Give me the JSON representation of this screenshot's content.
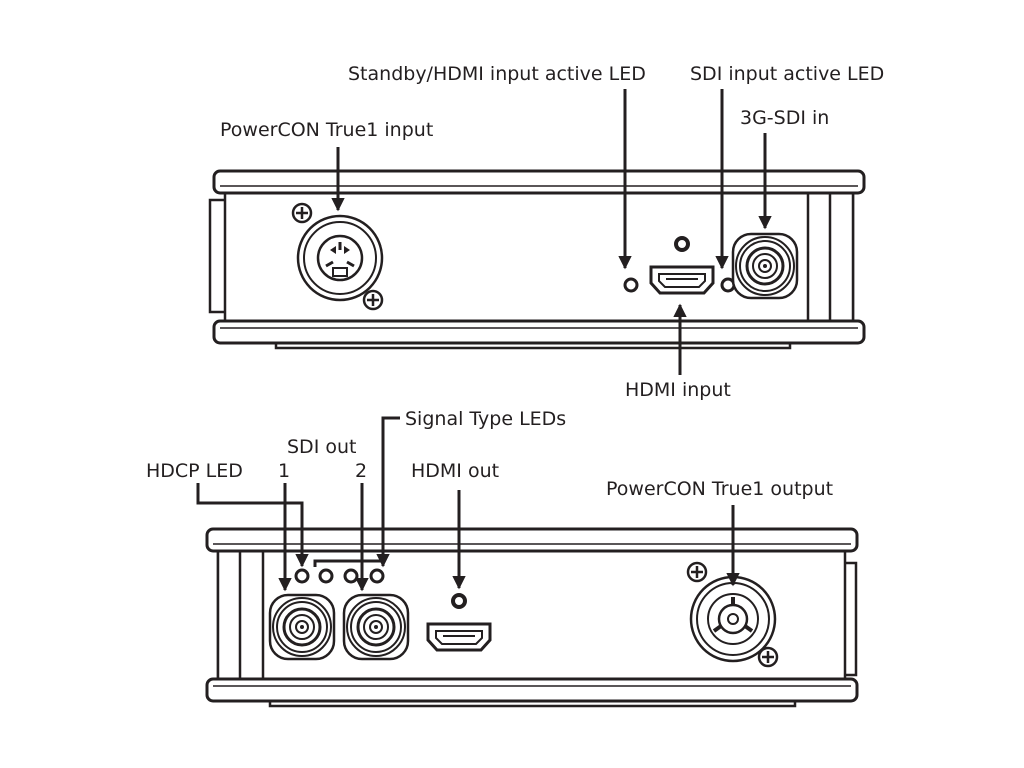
{
  "labels": {
    "standby_hdmi_led": "Standby/HDMI input active LED",
    "sdi_input_led": "SDI input active LED",
    "powercon_input": "PowerCON True1 input",
    "sdi_in": "3G-SDI in",
    "hdmi_input": "HDMI input",
    "signal_type_leds": "Signal Type LEDs",
    "sdi_out": "SDI out",
    "hdcp_led": "HDCP LED",
    "sdi_out_1": "1",
    "sdi_out_2": "2",
    "hdmi_out": "HDMI out",
    "powercon_output": "PowerCON True1 output"
  },
  "colors": {
    "line": "#231f20",
    "fill": "#ffffff"
  }
}
